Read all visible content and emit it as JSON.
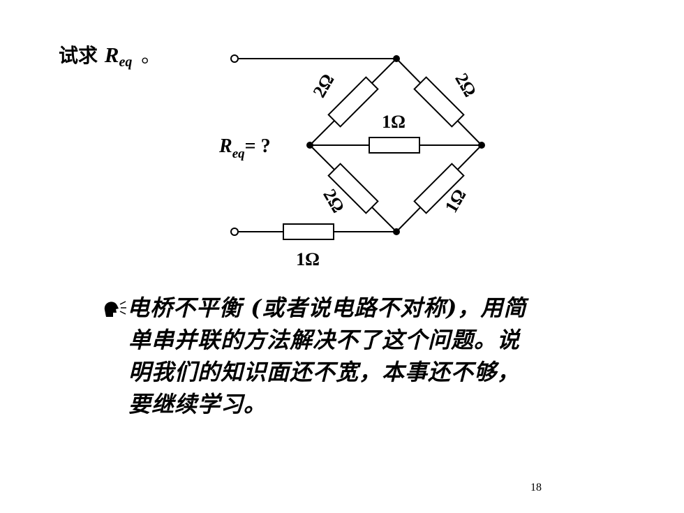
{
  "prompt": {
    "prefix": "试求 ",
    "r": "R",
    "sub": "eq",
    "suffix": " 。"
  },
  "circuit": {
    "req_r": "R",
    "req_sub": "eq",
    "req_rest": "= ?",
    "resistors": {
      "upper_left": "2Ω",
      "upper_right": "2Ω",
      "middle": "1Ω",
      "lower_left": "2Ω",
      "lower_right": "1Ω",
      "series": "1Ω"
    }
  },
  "note": {
    "icon": "speaking-head-icon",
    "lines": [
      "电桥不平衡 (或者说电路不对称)，用简",
      "单串并联的方法解决不了这个问题。说",
      "明我们的知识面还不宽，本事还不够，",
      "要继续学习。"
    ]
  },
  "page_number": "18"
}
